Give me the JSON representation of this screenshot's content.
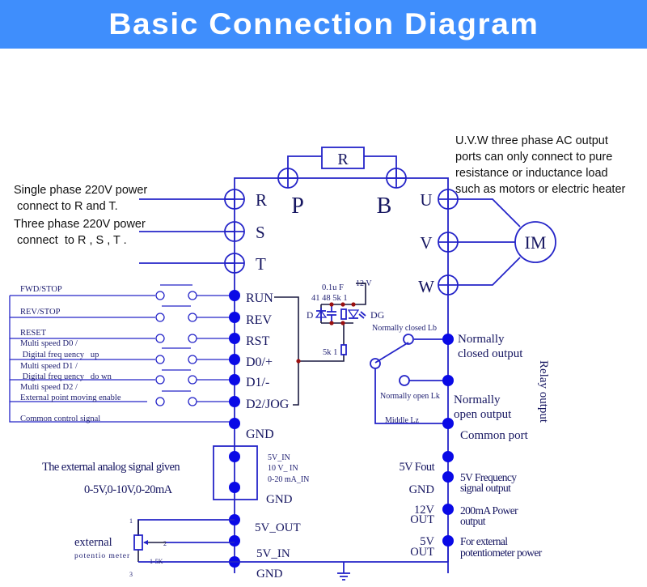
{
  "title": "Basic Connection Diagram",
  "colors": {
    "banner": "#3f8efc",
    "wire": "#2424c8",
    "terminal_dot": "#0a0ae6",
    "junction": "#9b1010"
  },
  "power_input": {
    "note_lines": [
      "Single phase 220V power",
      " connect to R and T.",
      "Three phase 220V power",
      " connect  to R , S , T ."
    ],
    "terminals": [
      "R",
      "S",
      "T"
    ]
  },
  "brake": {
    "resistor_label": "R",
    "terminals": [
      "P",
      "B"
    ]
  },
  "output": {
    "note_lines": [
      "U.V.W three phase AC output",
      "ports can only connect to pure",
      "resistance or inductance load",
      "such as motors or electric heater"
    ],
    "terminals": [
      "U",
      "V",
      "W"
    ],
    "motor_label": "IM"
  },
  "control_inputs": [
    {
      "signal": "FWD/STOP",
      "terminal": "RUN"
    },
    {
      "signal": "REV/STOP",
      "terminal": "REV"
    },
    {
      "signal": "RESET",
      "terminal": "RST"
    },
    {
      "signal_lines": [
        "Multi speed  D0 /",
        " Digital freq uency   up"
      ],
      "terminal": "D0/+"
    },
    {
      "signal_lines": [
        "Multi speed  D1 /",
        " Digital freq uency   do wn"
      ],
      "terminal": "D1/-"
    },
    {
      "signal_lines": [
        "Multi speed  D2 /",
        "External point moving enable"
      ],
      "terminal": "D2/JOG"
    },
    {
      "signal": "Common control signal",
      "terminal": "GND"
    }
  ],
  "input_circuit": {
    "cap_label": "0.1u F",
    "supply_label": "12 V",
    "parts_label": "41 48 5k 1",
    "diode_label": "D",
    "led_label": "DG",
    "resistor_label": "5k 1"
  },
  "relay": {
    "title": "Relay output",
    "contacts": [
      {
        "internal": "Normally closed Lb",
        "output_lines": [
          "Normally",
          "closed output"
        ]
      },
      {
        "internal": "Normally open Lk",
        "output_lines": [
          "Normally",
          "open output"
        ]
      },
      {
        "internal": "Middle Lz",
        "output_lines": [
          "Common port"
        ]
      }
    ]
  },
  "analog": {
    "description_lines": [
      "The external analog signal given",
      "0-5V,0-10V,0-20mA"
    ],
    "input_labels": [
      "5V_IN",
      "10 V_ IN",
      "0-20 mA_IN"
    ],
    "gnd_label": "GND",
    "terminals": [
      "5V_OUT",
      "5V_IN",
      "GND"
    ]
  },
  "potentiometer": {
    "label_lines": [
      "external",
      "potentio meter"
    ],
    "value": "1-5K",
    "pins": [
      "1",
      "2",
      "3"
    ]
  },
  "aux_outputs": [
    {
      "left_lines": [
        "5V Fout"
      ],
      "right_lines": []
    },
    {
      "left_lines": [
        "GND"
      ],
      "right_lines": [
        "5V Frequency",
        "signal output"
      ]
    },
    {
      "left_lines": [
        "12V",
        "OUT"
      ],
      "right_lines": [
        "200mA Power",
        "output"
      ]
    },
    {
      "left_lines": [
        "5V",
        "OUT"
      ],
      "right_lines": [
        "For external",
        "potentiometer power"
      ]
    }
  ]
}
